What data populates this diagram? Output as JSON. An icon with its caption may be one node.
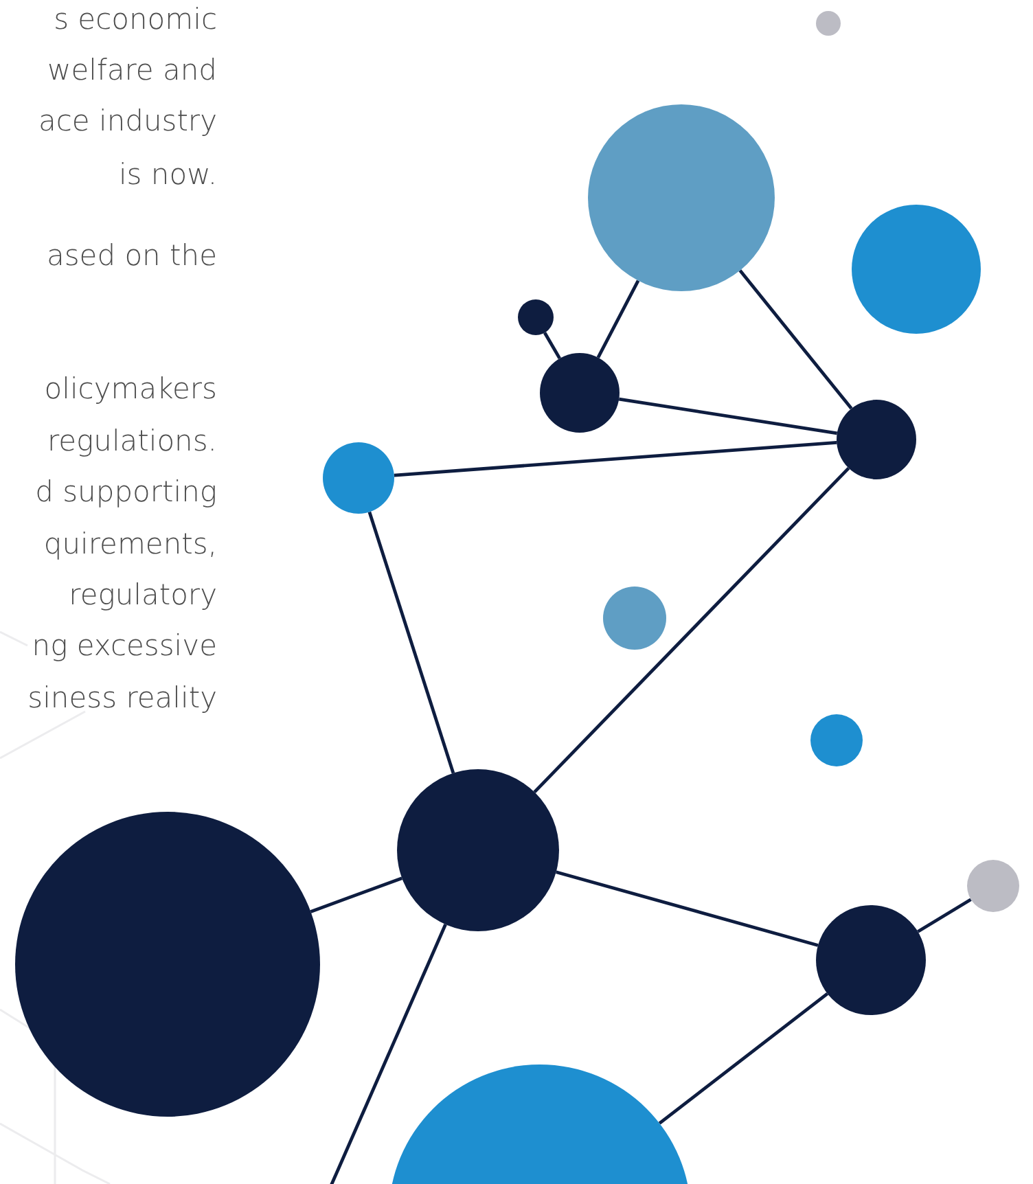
{
  "diagram": {
    "nodes": [
      {
        "text": [],
        "shape": "circle"
      },
      {
        "text": [],
        "shape": "circle"
      },
      {
        "text": [],
        "shape": "circle"
      },
      {
        "text": [],
        "shape": "circle"
      },
      {
        "text": [],
        "shape": "circle"
      },
      {
        "text": [],
        "shape": "circle"
      },
      {
        "text": [],
        "shape": "circle"
      },
      {
        "text": [],
        "shape": "circle"
      },
      {
        "text": [],
        "shape": "circle"
      },
      {
        "text": [],
        "shape": "circle"
      },
      {
        "text": [],
        "shape": "circle"
      },
      {
        "text": [],
        "shape": "circle"
      },
      {
        "text": [],
        "shape": "circle"
      },
      {
        "text": [],
        "shape": "circle"
      }
    ],
    "edges": [
      {
        "from": 3,
        "to": 4,
        "arrow": "none"
      },
      {
        "from": 4,
        "to": 1,
        "arrow": "none"
      },
      {
        "from": 1,
        "to": 5,
        "arrow": "none"
      },
      {
        "from": 4,
        "to": 5,
        "arrow": "none"
      },
      {
        "from": 6,
        "to": 5,
        "arrow": "none"
      },
      {
        "from": 6,
        "to": 9,
        "arrow": "none"
      },
      {
        "from": 9,
        "to": 5,
        "arrow": "none"
      },
      {
        "from": 10,
        "to": 9,
        "arrow": "none"
      },
      {
        "from": 9,
        "to": 11,
        "arrow": "none"
      },
      {
        "from": 11,
        "to": 12,
        "arrow": "none"
      },
      {
        "from": 13,
        "to": 11,
        "arrow": "none"
      },
      {
        "from": 9,
        "to": null,
        "arrow": "none"
      }
    ],
    "labels": [
      "s economic",
      "welfare and",
      "ace industry",
      "is now.",
      "ased on the",
      "olicymakers",
      "regulations.",
      "d supporting",
      "quirements,",
      "regulatory",
      "ng excessive",
      "siness reality"
    ]
  }
}
